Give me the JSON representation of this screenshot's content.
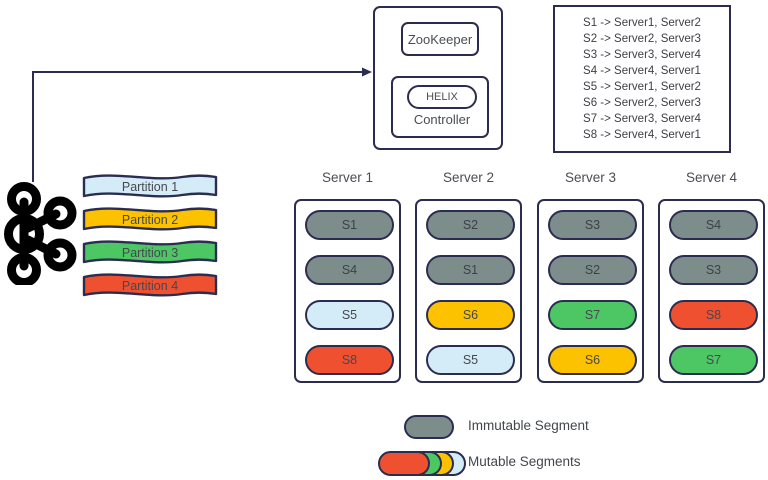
{
  "colors": {
    "stroke": "#2a2d4f",
    "immutable_gray": "#7d8d8b",
    "light_blue": "#d4ecf7",
    "yellow": "#fcc200",
    "green": "#4cc764",
    "orange_red": "#ef5130",
    "text": "#43464d"
  },
  "controller": {
    "zookeeper_label": "ZooKeeper",
    "helix_label": "HELIX",
    "controller_label": "Controller"
  },
  "mapping": {
    "title": "segment-to-server-mapping",
    "lines": "S1 -> Server1, Server2\nS2 -> Server2, Server3\nS3 -> Server3, Server4\nS4 -> Server4, Server1\nS5 -> Server1, Server2\nS6 -> Server2, Server3\nS7 -> Server3, Server4\nS8 -> Server4, Server1",
    "rows": [
      {
        "segment": "S1",
        "servers": "Server1, Server2"
      },
      {
        "segment": "S2",
        "servers": "Server2, Server3"
      },
      {
        "segment": "S3",
        "servers": "Server3, Server4"
      },
      {
        "segment": "S4",
        "servers": "Server4, Server1"
      },
      {
        "segment": "S5",
        "servers": "Server1, Server2"
      },
      {
        "segment": "S6",
        "servers": "Server2, Server3"
      },
      {
        "segment": "S7",
        "servers": "Server3, Server4"
      },
      {
        "segment": "S8",
        "servers": "Server4, Server1"
      }
    ]
  },
  "source": {
    "icon": "kafka-logo-icon"
  },
  "partitions": [
    {
      "label": "Partition 1",
      "color": "#d4ecf7"
    },
    {
      "label": "Partition 2",
      "color": "#fcc200"
    },
    {
      "label": "Partition 3",
      "color": "#4cc764"
    },
    {
      "label": "Partition 4",
      "color": "#ef5130"
    }
  ],
  "servers": [
    {
      "label": "Server 1",
      "segments": [
        {
          "label": "S1",
          "color": "#7d8d8b",
          "text": "#3d4047"
        },
        {
          "label": "S4",
          "color": "#7d8d8b",
          "text": "#3d4047"
        },
        {
          "label": "S5",
          "color": "#d4ecf7",
          "text": "#45484f"
        },
        {
          "label": "S8",
          "color": "#ef5130",
          "text": "#45484f"
        }
      ]
    },
    {
      "label": "Server 2",
      "segments": [
        {
          "label": "S2",
          "color": "#7d8d8b",
          "text": "#3d4047"
        },
        {
          "label": "S1",
          "color": "#7d8d8b",
          "text": "#3d4047"
        },
        {
          "label": "S6",
          "color": "#fcc200",
          "text": "#45484f"
        },
        {
          "label": "S5",
          "color": "#d4ecf7",
          "text": "#45484f"
        }
      ]
    },
    {
      "label": "Server 3",
      "segments": [
        {
          "label": "S3",
          "color": "#7d8d8b",
          "text": "#3d4047"
        },
        {
          "label": "S2",
          "color": "#7d8d8b",
          "text": "#3d4047"
        },
        {
          "label": "S7",
          "color": "#4cc764",
          "text": "#45484f"
        },
        {
          "label": "S6",
          "color": "#fcc200",
          "text": "#45484f"
        }
      ]
    },
    {
      "label": "Server 4",
      "segments": [
        {
          "label": "S4",
          "color": "#7d8d8b",
          "text": "#3d4047"
        },
        {
          "label": "S3",
          "color": "#7d8d8b",
          "text": "#3d4047"
        },
        {
          "label": "S8",
          "color": "#ef5130",
          "text": "#45484f"
        },
        {
          "label": "S7",
          "color": "#4cc764",
          "text": "#45484f"
        }
      ]
    }
  ],
  "legend": {
    "immutable": {
      "label": "Immutable Segment",
      "color": "#7d8d8b"
    },
    "mutable": {
      "label": "Mutable Segments",
      "colors": [
        "#d4ecf7",
        "#fcc200",
        "#4cc764",
        "#ef5130"
      ]
    }
  }
}
